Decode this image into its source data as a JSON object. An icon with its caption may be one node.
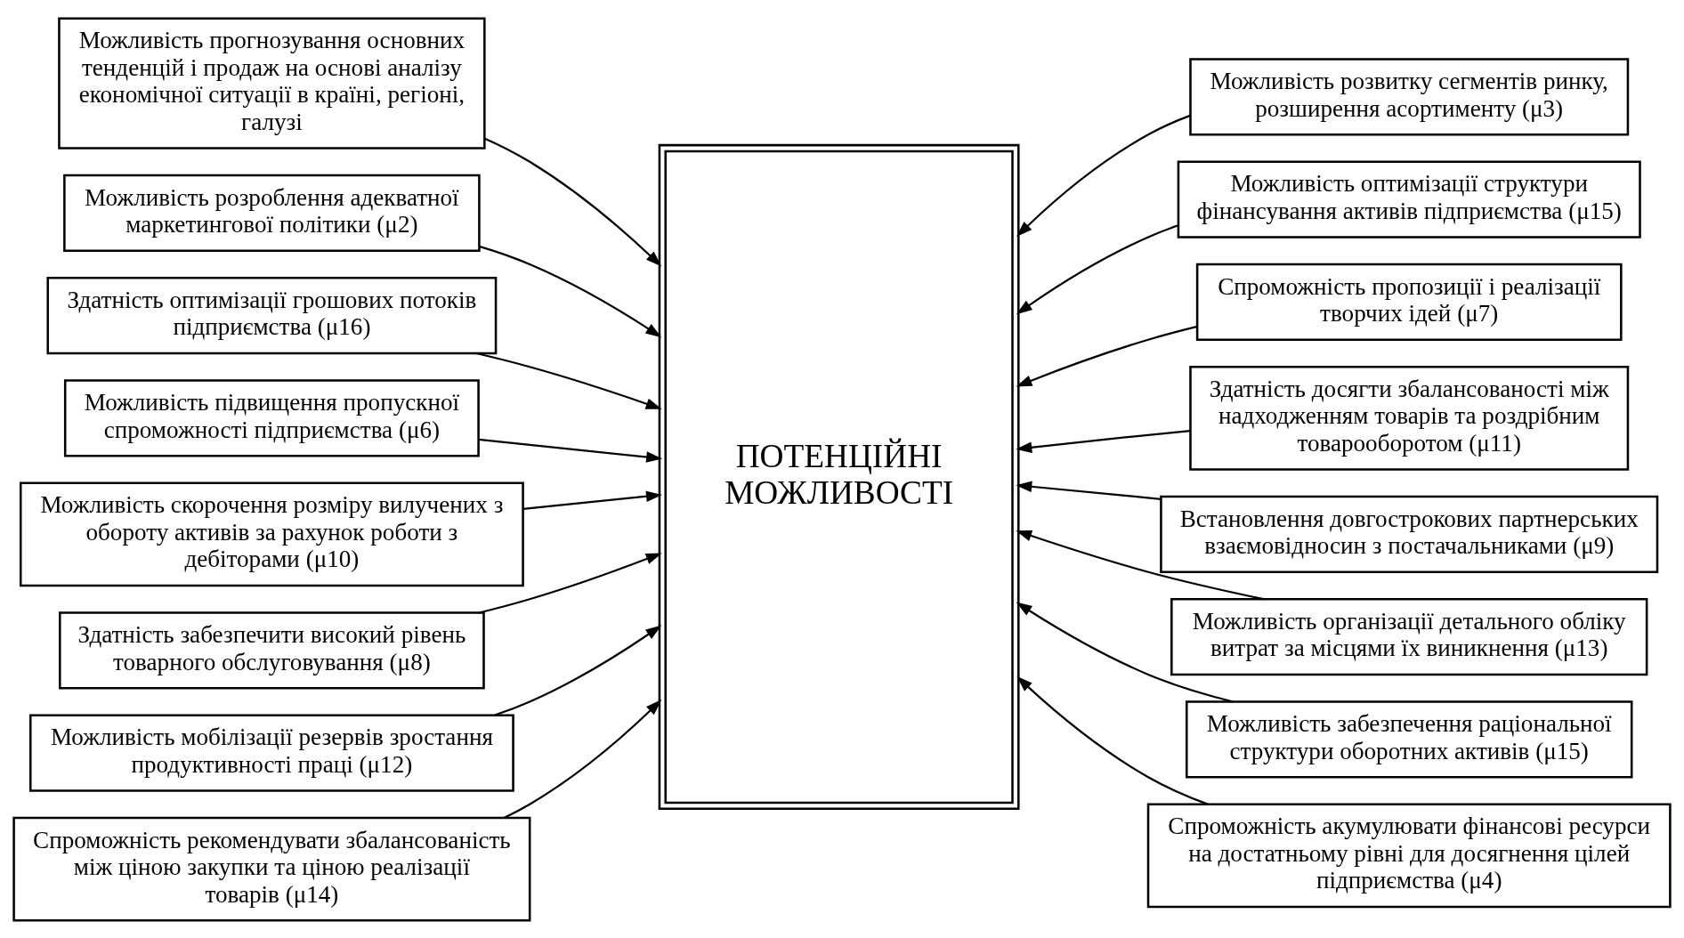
{
  "diagram": {
    "nodes": [
      {
        "text": [
          "Можливість прогнозування основних тенденцій і продаж на основі аналізу економічної ситуації в країні, регіоні, галузі"
        ]
      },
      {
        "text": [
          "Можливість розроблення адекватної маркетингової політики (μ2)"
        ]
      },
      {
        "text": [
          "Можливість розвитку сегментів ринку, розширення асортименту (μ3)"
        ]
      },
      {
        "text": [
          "Здатність оптимізації грошових потоків підприємства (μ16)"
        ]
      },
      {
        "text": [
          "ПОТЕНЦІЙНІ МОЖЛИВОСТІ"
        ]
      },
      {
        "text": [
          "Можливість оптимізації структури фінансування активів підприємства (μ15)"
        ]
      },
      {
        "text": [
          "Можливість підвищення пропускної спроможності підприємства (μ6)"
        ]
      },
      {
        "text": [
          "Спроможність пропозиції і реалізації творчих ідей (μ7)"
        ]
      },
      {
        "text": [
          "Можливість скорочення розміру вилучених з обороту активів за рахунок роботи з дебіторами (μ10)"
        ]
      },
      {
        "text": [
          "Здатність досягти збалансованості між надходженням товарів та роздрібним товарооборотом (μ11)"
        ]
      },
      {
        "text": [
          "Здатність забезпечити високий рівень товарного обслуговування (μ8)"
        ]
      },
      {
        "text": [
          "Встановлення довгострокових партнерських взаємовідносин з постачальниками (μ9)"
        ]
      },
      {
        "text": [
          "Можливість мобілізації резервів зростання продуктивності праці (μ12)"
        ]
      },
      {
        "text": [
          "Можливість організації детального обліку витрат за місцями їх виникнення (μ13)"
        ]
      },
      {
        "text": [
          "Спроможність рекомендувати збалансованість між ціною закупки та ціною реалізації товарів (μ14)"
        ]
      },
      {
        "text": [
          "Можливість забезпечення раціональної структури оборотних активів (μ15)"
        ]
      },
      {
        "text": [
          "Спроможність акумулювати фінансові ресурси на достатньому рівні для досягнення цілей підприємства (μ4)"
        ]
      }
    ],
    "edges": [
      {
        "from": 0,
        "to": 4,
        "arrow": "to"
      },
      {
        "from": 1,
        "to": 4,
        "arrow": "to"
      },
      {
        "from": 2,
        "to": 4,
        "arrow": "to"
      },
      {
        "from": 3,
        "to": 4,
        "arrow": "to"
      },
      {
        "from": 5,
        "to": 4,
        "arrow": "to"
      },
      {
        "from": 6,
        "to": 4,
        "arrow": "to"
      },
      {
        "from": 7,
        "to": 4,
        "arrow": "to"
      },
      {
        "from": 8,
        "to": 4,
        "arrow": "to"
      },
      {
        "from": 9,
        "to": 4,
        "arrow": "to"
      },
      {
        "from": 10,
        "to": 4,
        "arrow": "to"
      },
      {
        "from": 11,
        "to": 4,
        "arrow": "to"
      },
      {
        "from": 12,
        "to": 4,
        "arrow": "to"
      },
      {
        "from": 13,
        "to": 4,
        "arrow": "to"
      },
      {
        "from": 14,
        "to": 4,
        "arrow": "to"
      },
      {
        "from": 15,
        "to": 4,
        "arrow": "to"
      },
      {
        "from": 16,
        "to": 4,
        "arrow": "to"
      }
    ]
  }
}
